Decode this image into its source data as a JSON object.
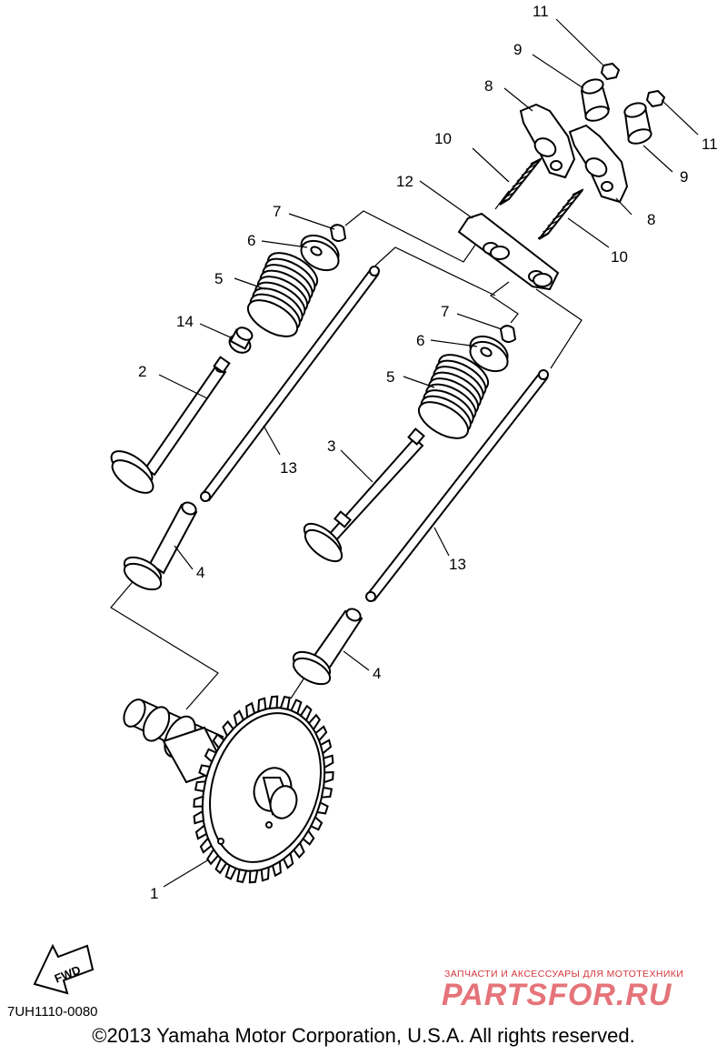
{
  "callouts": {
    "c1": "1",
    "c2": "2",
    "c3": "3",
    "c4a": "4",
    "c4b": "4",
    "c5a": "5",
    "c5b": "5",
    "c6a": "6",
    "c6b": "6",
    "c7a": "7",
    "c7b": "7",
    "c8a": "8",
    "c8b": "8",
    "c9a": "9",
    "c9b": "9",
    "c10a": "10",
    "c10b": "10",
    "c11a": "11",
    "c11b": "11",
    "c12": "12",
    "c13a": "13",
    "c13b": "13",
    "c14": "14"
  },
  "fwd_label": "FWD",
  "diagram_code": "7UH1110-0080",
  "copyright": "©2013 Yamaha Motor Corporation, U.S.A. All rights reserved.",
  "watermark": {
    "subtitle": "ЗАПЧАСТИ И АКСЕССУАРЫ ДЛЯ МОТОТЕХНИКИ",
    "brand": "PARTSFOR.RU"
  },
  "colors": {
    "watermark": "#e5747a",
    "ink": "#000000"
  }
}
